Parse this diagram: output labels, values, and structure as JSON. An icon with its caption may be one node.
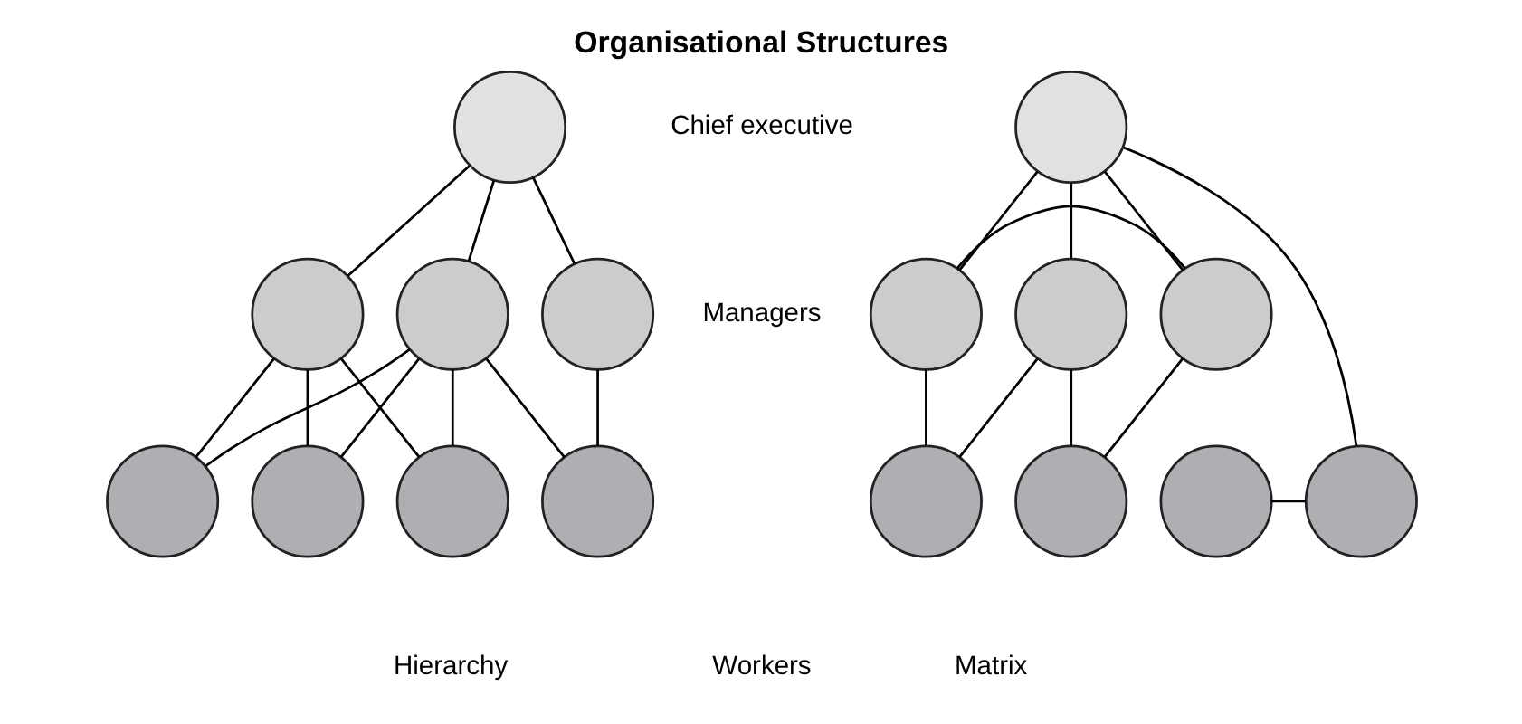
{
  "diagram": {
    "title": "Organisational Structures",
    "nodes": [
      {
        "text": [],
        "shape": "circle"
      },
      {
        "text": [],
        "shape": "circle"
      },
      {
        "text": [],
        "shape": "circle"
      },
      {
        "text": [],
        "shape": "circle"
      },
      {
        "text": [],
        "shape": "circle"
      },
      {
        "text": [],
        "shape": "circle"
      },
      {
        "text": [],
        "shape": "circle"
      },
      {
        "text": [],
        "shape": "circle"
      },
      {
        "text": [],
        "shape": "circle"
      },
      {
        "text": [],
        "shape": "circle"
      },
      {
        "text": [],
        "shape": "circle"
      },
      {
        "text": [],
        "shape": "circle"
      },
      {
        "text": [],
        "shape": "circle"
      },
      {
        "text": [],
        "shape": "circle"
      },
      {
        "text": [],
        "shape": "circle"
      },
      {
        "text": [],
        "shape": "circle"
      }
    ],
    "edges": [
      {
        "from": 0,
        "to": 1,
        "arrow": "none"
      },
      {
        "from": 0,
        "to": 2,
        "arrow": "none"
      },
      {
        "from": 0,
        "to": 3,
        "arrow": "none"
      },
      {
        "from": 1,
        "to": 4,
        "arrow": "none"
      },
      {
        "from": 2,
        "to": 4,
        "arrow": "none"
      },
      {
        "from": 2,
        "to": 5,
        "arrow": "none"
      },
      {
        "from": 2,
        "to": 6,
        "arrow": "none"
      },
      {
        "from": 2,
        "to": 7,
        "arrow": "none"
      },
      {
        "from": 3,
        "to": 5,
        "arrow": "none"
      },
      {
        "from": 3,
        "to": 6,
        "arrow": "none"
      },
      {
        "from": 3,
        "to": 7,
        "arrow": "none"
      },
      {
        "from": 8,
        "to": 9,
        "arrow": "none"
      },
      {
        "from": 8,
        "to": 10,
        "arrow": "none"
      },
      {
        "from": 8,
        "to": 11,
        "arrow": "none"
      },
      {
        "from": 8,
        "to": 15,
        "arrow": "none"
      },
      {
        "from": 9,
        "to": 11,
        "arrow": "none"
      },
      {
        "from": 9,
        "to": 12,
        "arrow": "none"
      },
      {
        "from": 10,
        "to": 12,
        "arrow": "none"
      },
      {
        "from": 10,
        "to": 14,
        "arrow": "none"
      },
      {
        "from": 11,
        "to": 14,
        "arrow": "none"
      },
      {
        "from": 13,
        "to": 15,
        "arrow": "none"
      }
    ],
    "labels": [
      "Chief executive",
      "Managers",
      "Hierarchy",
      "Workers",
      "Matrix"
    ]
  }
}
